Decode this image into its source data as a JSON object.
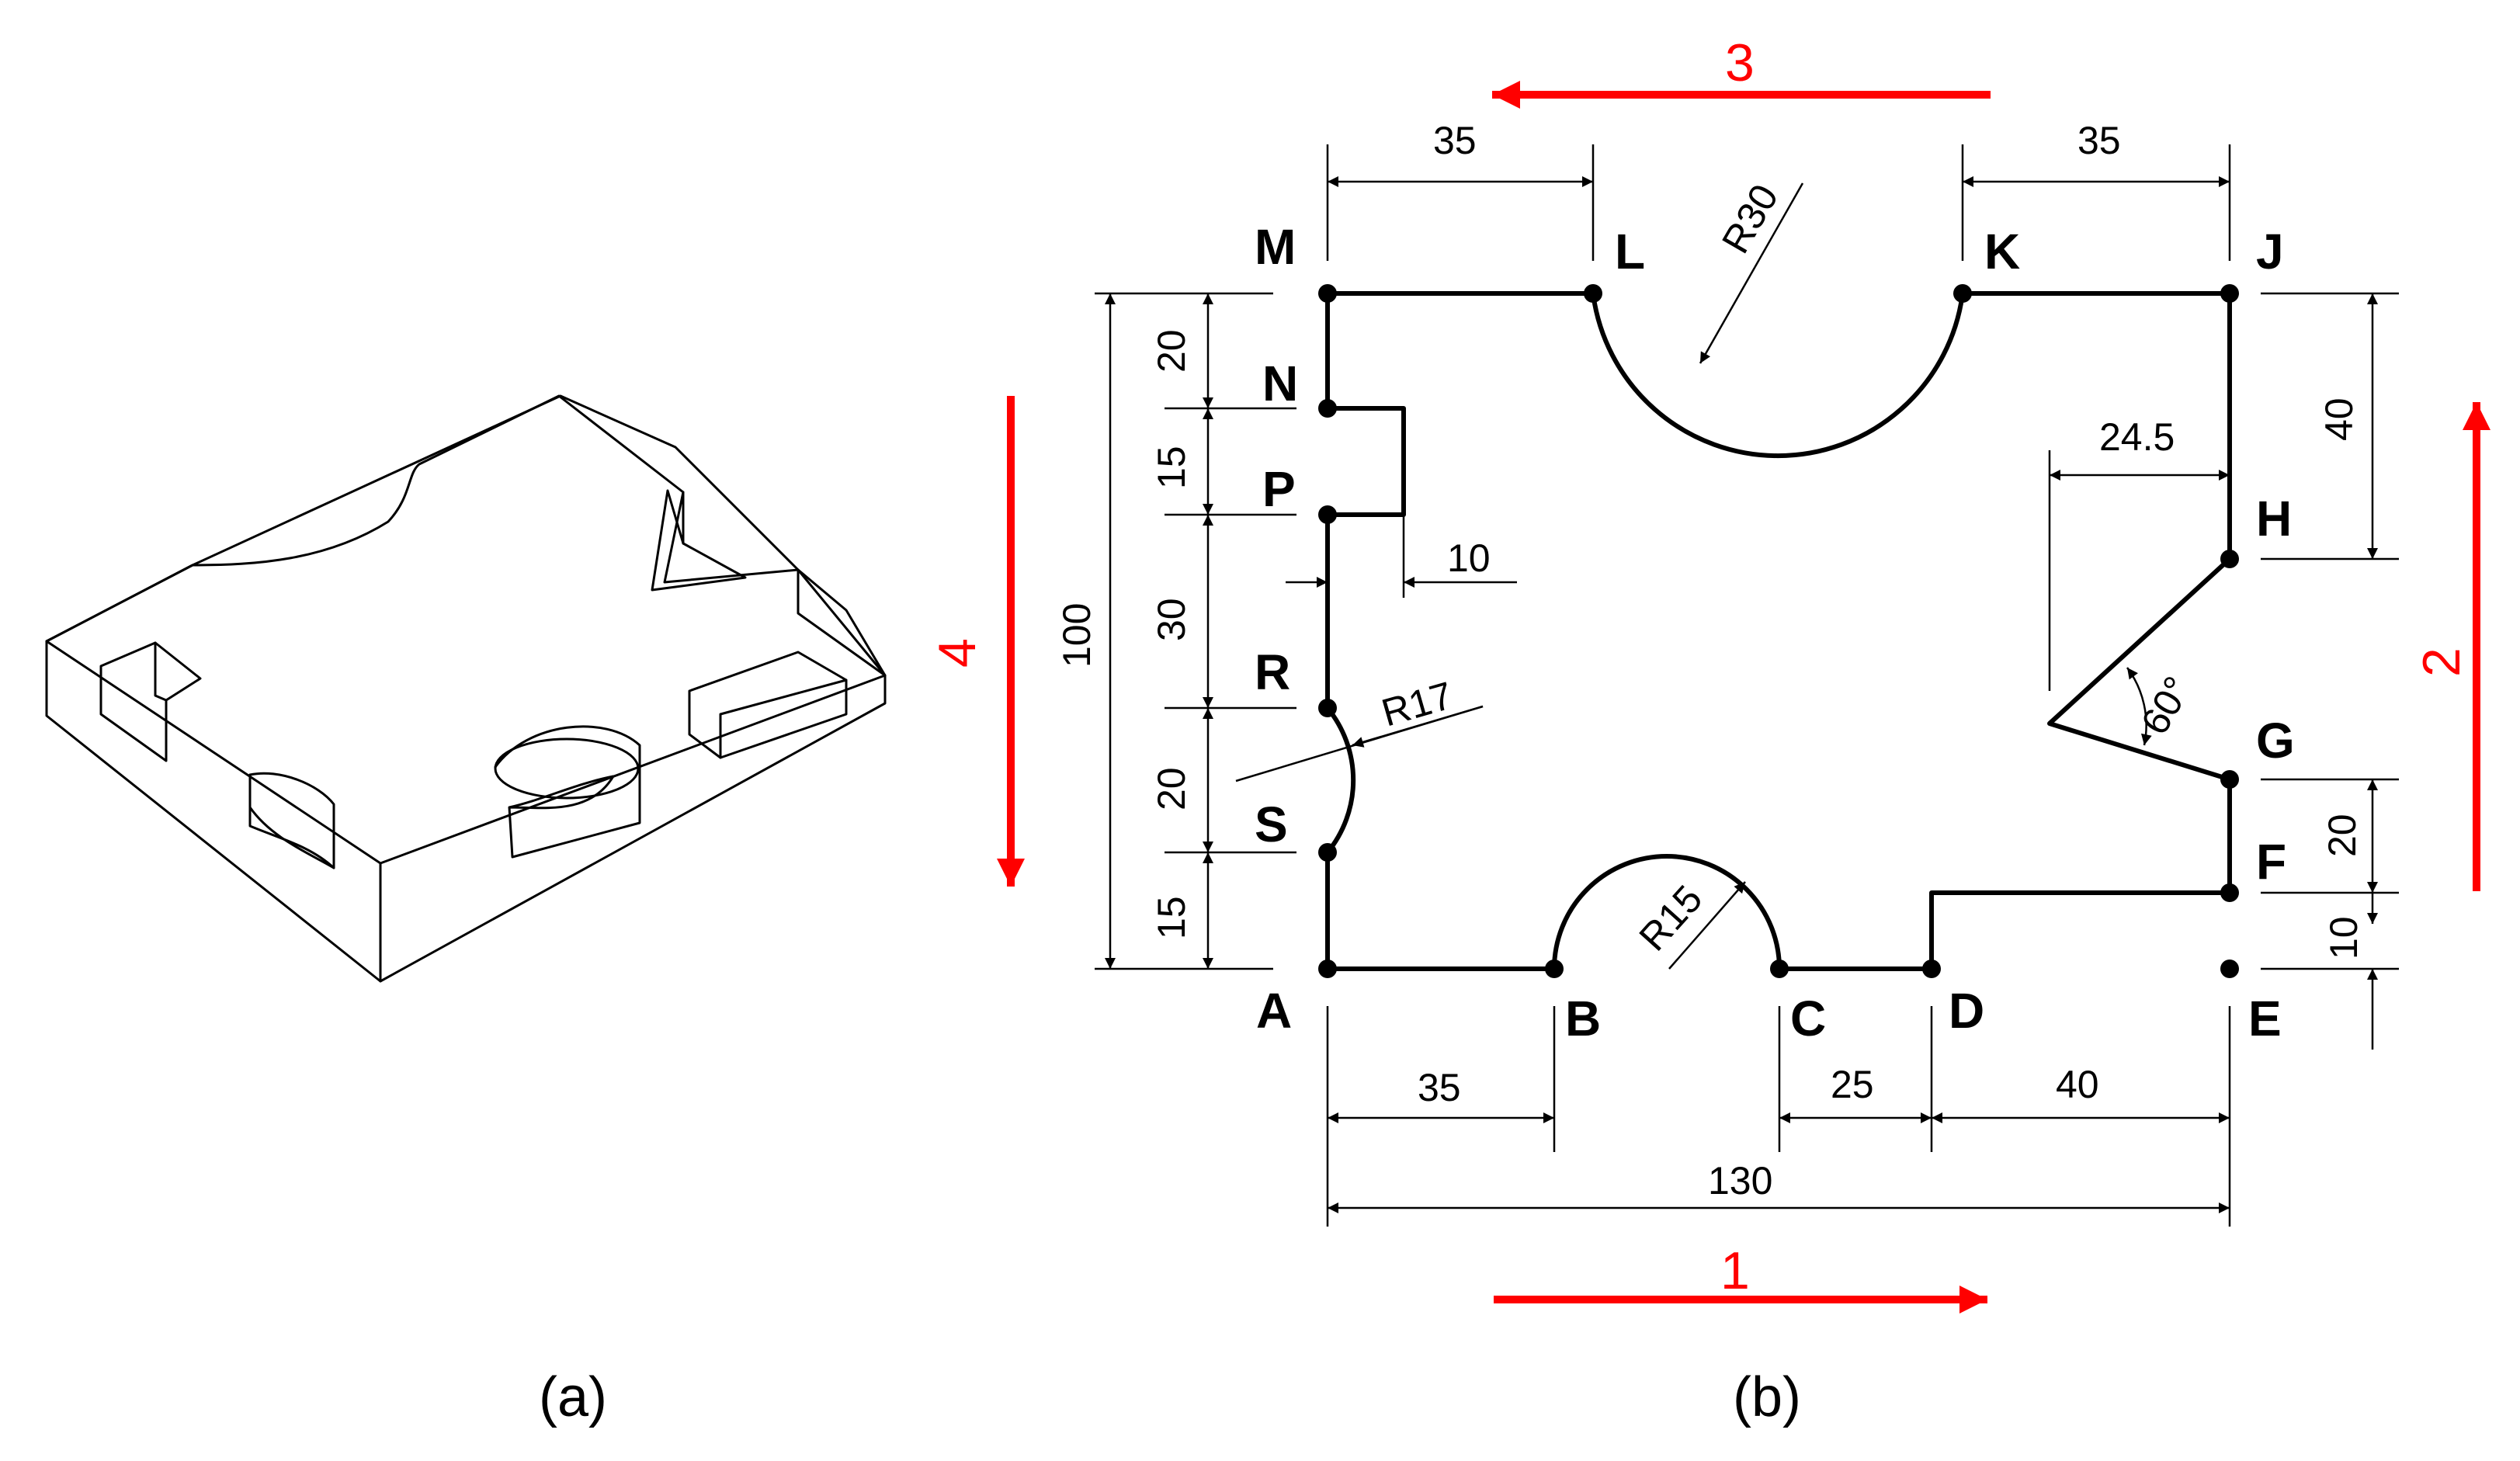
{
  "captions": {
    "a": "(a)",
    "b": "(b)"
  },
  "points": {
    "A": "A",
    "B": "B",
    "C": "C",
    "D": "D",
    "E": "E",
    "F": "F",
    "G": "G",
    "H": "H",
    "J": "J",
    "K": "K",
    "L": "L",
    "M": "M",
    "N": "N",
    "P": "P",
    "R": "R",
    "S": "S"
  },
  "dimensions": {
    "top_left": "35",
    "top_right": "35",
    "r30": "R30",
    "left_20": "20",
    "left_15a": "15",
    "left_30": "30",
    "left_20b": "20",
    "left_15b": "15",
    "left_total": "100",
    "slot_10": "10",
    "r17": "R17",
    "r15": "R15",
    "bottom_35": "35",
    "bottom_25": "25",
    "bottom_40": "40",
    "bottom_total": "130",
    "right_40": "40",
    "right_20": "20",
    "right_10": "10",
    "v_depth": "24.5",
    "v_angle": "60°"
  },
  "directions": {
    "d1": "1",
    "d2": "2",
    "d3": "3",
    "d4": "4"
  },
  "colors": {
    "line": "#000000",
    "direction": "#ff0000"
  }
}
